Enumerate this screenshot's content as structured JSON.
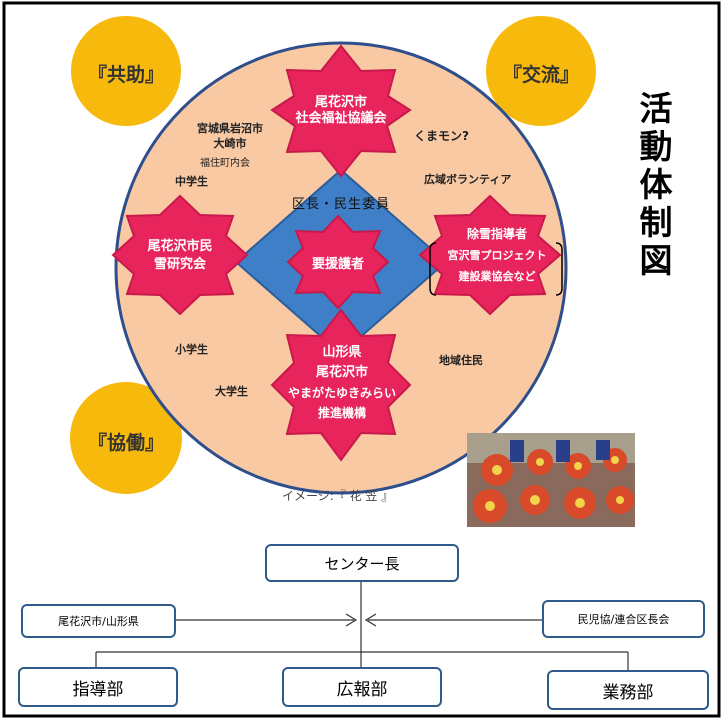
{
  "diagram": {
    "vertical_title": "活動体制図",
    "corners": {
      "top_left": "『共助』",
      "top_right": "『交流』",
      "bottom_left": "『協働』"
    },
    "stars": {
      "top": [
        "尾花沢市",
        "社会福祉協議会"
      ],
      "left": [
        "尾花沢市民",
        "雪研究会"
      ],
      "right": [
        "除雪指導者",
        "宮沢雪プロジェクト",
        "建設業協会など"
      ],
      "bottom": [
        "山形県",
        "尾花沢市",
        "やまがたゆきみらい",
        "推進機構"
      ],
      "center": "要援護者"
    },
    "diamond_label": "区長・民生委員",
    "circle_labels": {
      "miyagi": [
        "宮城県岩沼市",
        "大崎市"
      ],
      "fukuzumi": "福住町内会",
      "kumamon": "くまモン?",
      "volunteer": "広域ボランティア",
      "junior_high": "中学生",
      "elementary": "小学生",
      "university": "大学生",
      "residents": "地域住民"
    },
    "image_caption": "イメージ:『 花 笠 』"
  },
  "org_chart": {
    "head": "センター長",
    "left_partner": "尾花沢市/山形県",
    "right_partner": "民児協/連合区長会",
    "departments": [
      "指導部",
      "広報部",
      "業務部"
    ]
  },
  "colors": {
    "circle_fill": "#f9c9a3",
    "circle_border": "#2e4f8c",
    "diamond": "#3f7fc7",
    "star": "#e8245d",
    "corner": "#f6b90c",
    "box_border": "#2f5b8a"
  }
}
